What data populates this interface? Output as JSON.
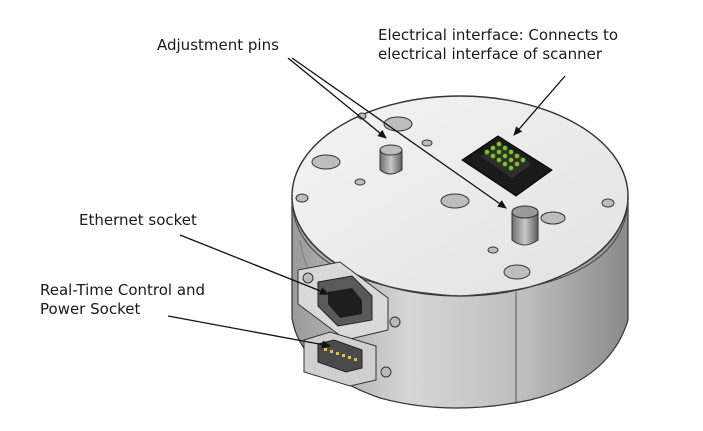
{
  "labels": {
    "adjustment_pins": "Adjustment pins",
    "electrical_interface": [
      "Electrical interface: Connects to",
      "electrical interface of scanner"
    ],
    "ethernet_socket": "Ethernet socket",
    "realtime_socket": [
      "Real-Time Control and",
      "Power Socket"
    ]
  }
}
